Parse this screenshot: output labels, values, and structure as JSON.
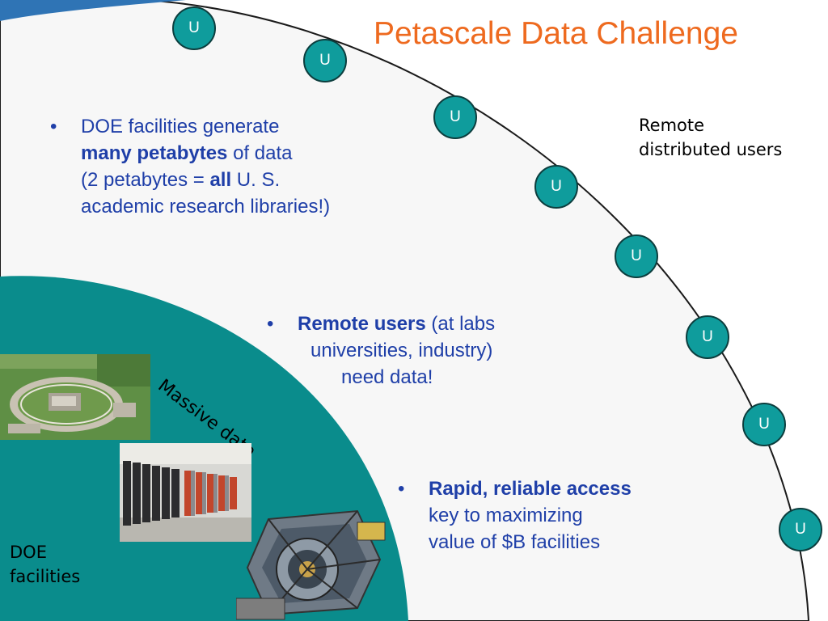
{
  "slide": {
    "title": "Petascale Data Challenge",
    "bullet_char": "•",
    "bullet1": {
      "line1": "DOE facilities generate",
      "line2_bold": "many petabytes",
      "line2_rest": " of data",
      "line3_pre": "(2 petabytes = ",
      "line3_bold": "all",
      "line3_post": " U. S.",
      "line4": "academic research libraries!)"
    },
    "bullet2": {
      "line1_bold": "Remote users",
      "line1_rest": " (at labs",
      "line2": "universities, industry)",
      "line3": "need data!"
    },
    "bullet3": {
      "line1_bold": "Rapid, reliable access",
      "line2": "key to maximizing",
      "line3": "value of $B facilities"
    },
    "remote_label": {
      "line1": "Remote",
      "line2": "distributed users"
    },
    "doe_label": {
      "line1": "DOE",
      "line2": "facilities"
    },
    "massive_label": "Massive data",
    "user_node_label": "U",
    "colors": {
      "title": "#ee6a1f",
      "bullet_text": "#1f3fa8",
      "teal_region": "#0a8c8c",
      "user_node": "#0f9c9c",
      "background_panel": "#f7f7f7",
      "top_accent": "#2f74b5"
    }
  }
}
